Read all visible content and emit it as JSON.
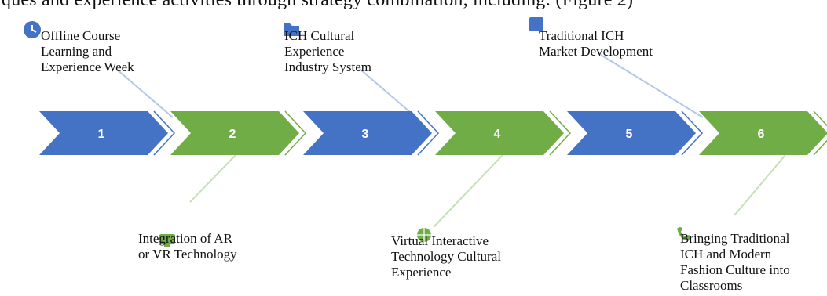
{
  "top_text": "ques and experience activities through strategy combination, including: (Figure 2)",
  "colors": {
    "blue": "#4472C4",
    "green": "#70AD47",
    "line_blue": "#B4C7E7",
    "line_green": "#C5E0B4"
  },
  "steps": [
    {
      "number": "1",
      "color": "blue",
      "position": "top",
      "icon": "clock-icon",
      "lines": [
        "Offline Course",
        "Learning and",
        "Experience Week"
      ]
    },
    {
      "number": "2",
      "color": "green",
      "position": "bottom",
      "icon": "monitor-icon",
      "lines": [
        "Integration of AR",
        "or VR Technology"
      ]
    },
    {
      "number": "3",
      "color": "blue",
      "position": "top",
      "icon": "folder-icon",
      "lines": [
        "ICH Cultural",
        "Experience",
        "Industry System"
      ]
    },
    {
      "number": "4",
      "color": "green",
      "position": "bottom",
      "icon": "globe-icon",
      "lines": [
        "Virtual Interactive",
        "Technology Cultural",
        "Experience"
      ]
    },
    {
      "number": "5",
      "color": "blue",
      "position": "top",
      "icon": "document-icon",
      "lines": [
        "Traditional ICH",
        "Market Development"
      ]
    },
    {
      "number": "6",
      "color": "green",
      "position": "bottom",
      "icon": "phone-icon",
      "lines": [
        "Bringing Traditional",
        "ICH and Modern",
        "Fashion Culture into",
        "Classrooms"
      ]
    }
  ]
}
